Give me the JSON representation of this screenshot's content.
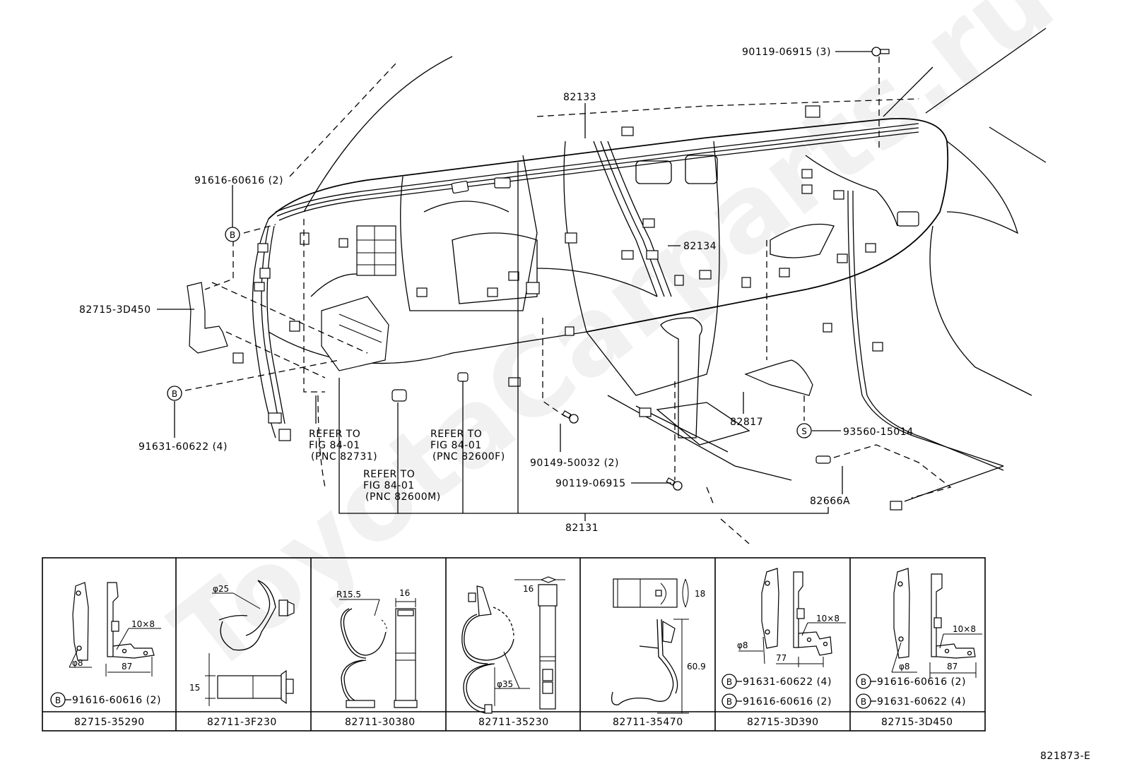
{
  "diagram": {
    "figure_code": "821873-E",
    "watermark": "ToyotaCarparts.ru",
    "callouts": {
      "bolt_top": "90119-06915 (3)",
      "main_harness_top": "82133",
      "clip_b_top": "91616-60616 (2)",
      "b_symbol": "B",
      "s_symbol": "S",
      "bracket_left": "82715-3D450",
      "clip_b_left": "91631-60622 (4)",
      "console_harness": "82134",
      "refer_1": {
        "line1": "REFER TO",
        "line2": "FIG 84-01",
        "line3": "(PNC 82731)"
      },
      "refer_2": {
        "line1": "REFER TO",
        "line2": "FIG 84-01",
        "line3": "(PNC 82600M)"
      },
      "refer_3": {
        "line1": "REFER TO",
        "line2": "FIG 84-01",
        "line3": "(PNC 82600F)"
      },
      "bolt_mid": "90149-50032 (2)",
      "bolt_low": "90119-06915",
      "cover": "82817",
      "screw_s": "93560-15014",
      "connector": "82666A",
      "main_harness_bottom": "82131"
    },
    "parts_table": [
      {
        "part_no": "82715-35290",
        "dims": [
          "10×8",
          "φ8",
          "87"
        ],
        "fasteners": [
          {
            "symbol": "B",
            "part": "91616-60616 (2)"
          }
        ]
      },
      {
        "part_no": "82711-3F230",
        "dims": [
          "φ25",
          "15"
        ],
        "fasteners": []
      },
      {
        "part_no": "82711-30380",
        "dims": [
          "R15.5",
          "16"
        ],
        "fasteners": []
      },
      {
        "part_no": "82711-35230",
        "dims": [
          "16",
          "φ35"
        ],
        "fasteners": []
      },
      {
        "part_no": "82711-35470",
        "dims": [
          "18",
          "60.9"
        ],
        "fasteners": []
      },
      {
        "part_no": "82715-3D390",
        "dims": [
          "10×8",
          "φ8",
          "77"
        ],
        "fasteners": [
          {
            "symbol": "B",
            "part": "91631-60622 (4)"
          },
          {
            "symbol": "B",
            "part": "91616-60616 (2)"
          }
        ]
      },
      {
        "part_no": "82715-3D450",
        "dims": [
          "10×8",
          "φ8",
          "87"
        ],
        "fasteners": [
          {
            "symbol": "B",
            "part": "91616-60616 (2)"
          },
          {
            "symbol": "B",
            "part": "91631-60622 (4)"
          }
        ]
      }
    ]
  }
}
